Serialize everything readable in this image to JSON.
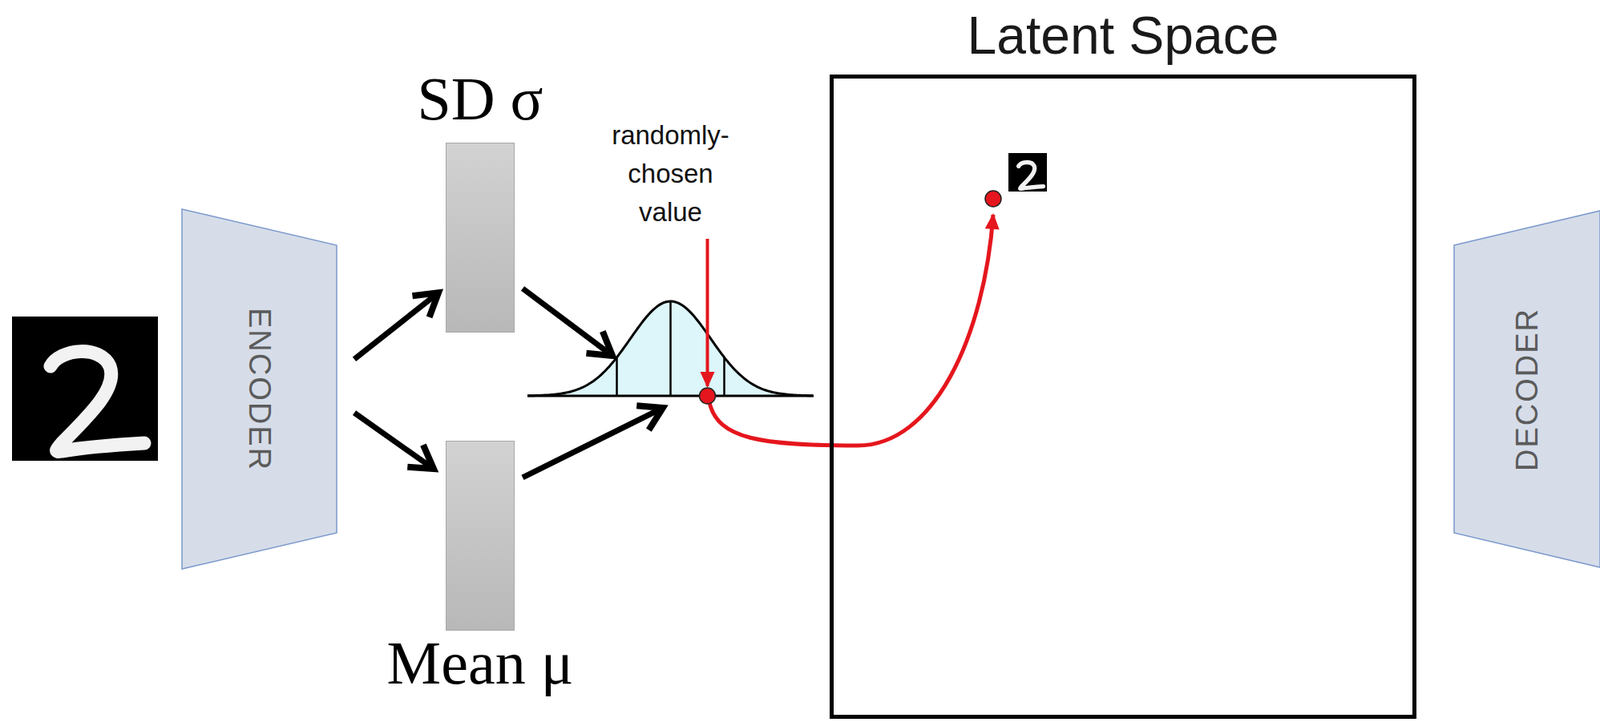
{
  "diagram": {
    "nodes": [
      {
        "text": [
          "ENCODER"
        ]
      },
      {
        "text": [
          "SD σ"
        ]
      },
      {
        "text": [
          "Mean μ"
        ]
      },
      {
        "text": [
          "randomly-chosen value"
        ]
      },
      {
        "text": [
          "Latent Space"
        ]
      },
      {
        "text": [
          "DECODER"
        ]
      }
    ],
    "edges": [
      {
        "from": 0,
        "to": 1,
        "arrow": "to"
      },
      {
        "from": 0,
        "to": 2,
        "arrow": "to"
      },
      {
        "from": 1,
        "to": 3,
        "arrow": "to"
      },
      {
        "from": 2,
        "to": 3,
        "arrow": "to"
      }
    ]
  }
}
